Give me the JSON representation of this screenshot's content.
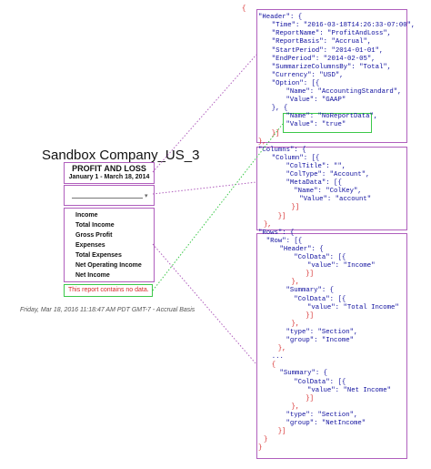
{
  "report": {
    "company": "Sandbox Company_US_3",
    "title": "PROFIT AND LOSS",
    "date_range": "January 1 - March 18, 2014",
    "rows": [
      "Income",
      "Total Income",
      "Gross Profit",
      "Expenses",
      "Total Expenses",
      "Net Operating Income",
      "Net Income"
    ],
    "no_data_message": "This report contains no data.",
    "footer": "Friday, Mar 18, 2016 11:18:47 AM PDT GMT-7 - Accrual Basis"
  },
  "json_lines": [
    "{",
    "\"Header\": {",
    "  \"Time\": \"2016-03-18T14:26:33-07:00\",",
    "  \"ReportName\": \"ProfitAndLoss\",",
    "  \"ReportBasis\": \"Accrual\",",
    "  \"StartPeriod\": \"2014-01-01\",",
    "  \"EndPeriod\": \"2014-02-05\",",
    "  \"SummarizeColumnsBy\": \"Total\",",
    "  \"Currency\": \"USD\",",
    "  \"Option\": [{",
    "    \"Name\": \"AccountingStandard\",",
    "    \"Value\": \"GAAP\"",
    "  }, {",
    "    \"Name\": \"NoReportData\",",
    "    \"Value\": \"true\"",
    "  }]",
    "},",
    "\"Columns\": {",
    "  \"Column\": [{",
    "    \"ColTitle\": \"\",",
    "    \"ColType\": \"Account\",",
    "    \"MetaData\": [{",
    "      \"Name\": \"ColKey\",",
    "      \"Value\": \"account\"",
    "    }]",
    "  }]",
    "},",
    "\"Rows\": {",
    "  \"Row\": [{",
    "    \"Header\": {",
    "      \"ColData\": [{",
    "        \"value\": \"Income\"",
    "      }]",
    "    },",
    "    \"Summary\": {",
    "      \"ColData\": [{",
    "        \"value\": \"Total Income\"",
    "      }]",
    "    },",
    "    \"type\": \"Section\",",
    "    \"group\": \"Income\"",
    "  },",
    "  ...",
    "  {",
    "    \"Summary\": {",
    "      \"ColData\": [{",
    "        \"value\": \"Net Income\"",
    "      }]",
    "    },",
    "    \"type\": \"Section\",",
    "    \"group\": \"NetIncome\"",
    "  }]",
    "}",
    "}"
  ],
  "colors": {
    "section_box": "#b05fbd",
    "highlight_box": "#3cc84a",
    "json_key_color": "#0f0f9e",
    "brace_color": "#d62828",
    "no_data_text": "#d62828"
  }
}
